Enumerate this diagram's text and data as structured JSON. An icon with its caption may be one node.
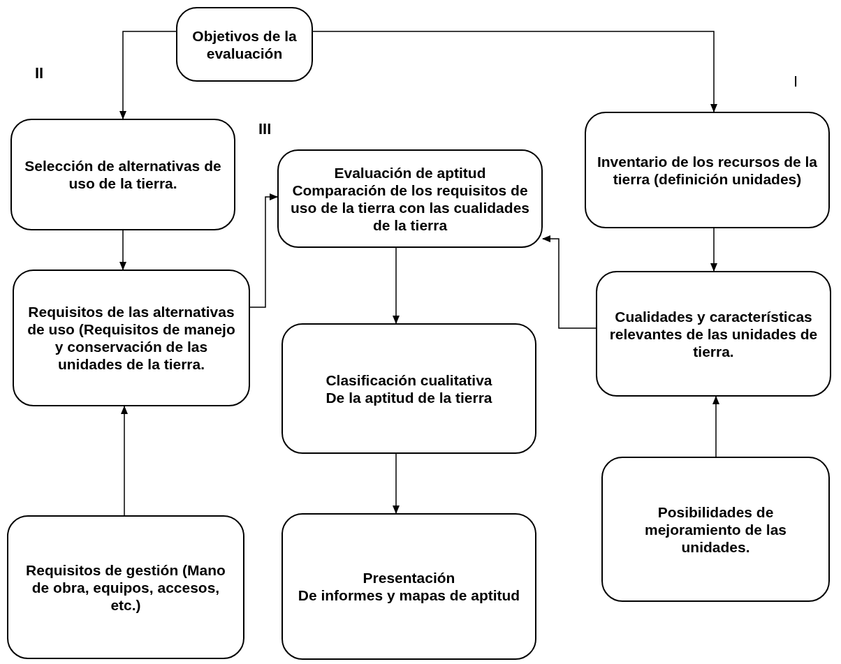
{
  "diagram": {
    "nodes": [
      {
        "text": [
          "Objetivos de la evaluación"
        ]
      },
      {
        "text": [
          "Selección de alternativas de uso de la tierra."
        ]
      },
      {
        "text": [
          "Evaluación de aptitud",
          "Comparación de los requisitos de uso de la tierra con las cualidades de la tierra"
        ]
      },
      {
        "text": [
          "Inventario de los recursos de la tierra (definición unidades)"
        ]
      },
      {
        "text": [
          "Requisitos de las alternativas de uso (Requisitos de manejo y conservación de las unidades de la tierra."
        ]
      },
      {
        "text": [
          "Cualidades y características relevantes de las unidades de tierra."
        ]
      },
      {
        "text": [
          "Clasificación cualitativa",
          "De la aptitud de la tierra"
        ]
      },
      {
        "text": [
          "Presentación",
          "De informes y mapas de aptitud"
        ]
      },
      {
        "text": [
          "Requisitos de gestión (Mano de obra, equipos, accesos, etc.)"
        ]
      },
      {
        "text": [
          "Posibilidades de mejoramiento de las unidades."
        ]
      }
    ],
    "edges": [
      {
        "from": 0,
        "to": 1,
        "arrow": "to"
      },
      {
        "from": 0,
        "to": 3,
        "arrow": "to"
      },
      {
        "from": 1,
        "to": 4,
        "arrow": "to"
      },
      {
        "from": 4,
        "to": 2,
        "arrow": "to"
      },
      {
        "from": 3,
        "to": 5,
        "arrow": "to"
      },
      {
        "from": 5,
        "to": 2,
        "arrow": "to"
      },
      {
        "from": 2,
        "to": 6,
        "arrow": "to"
      },
      {
        "from": 6,
        "to": 7,
        "arrow": "to"
      },
      {
        "from": 8,
        "to": 4,
        "arrow": "to"
      },
      {
        "from": 9,
        "to": 5,
        "arrow": "to"
      }
    ],
    "labels": [
      "II",
      "III",
      "I"
    ]
  }
}
